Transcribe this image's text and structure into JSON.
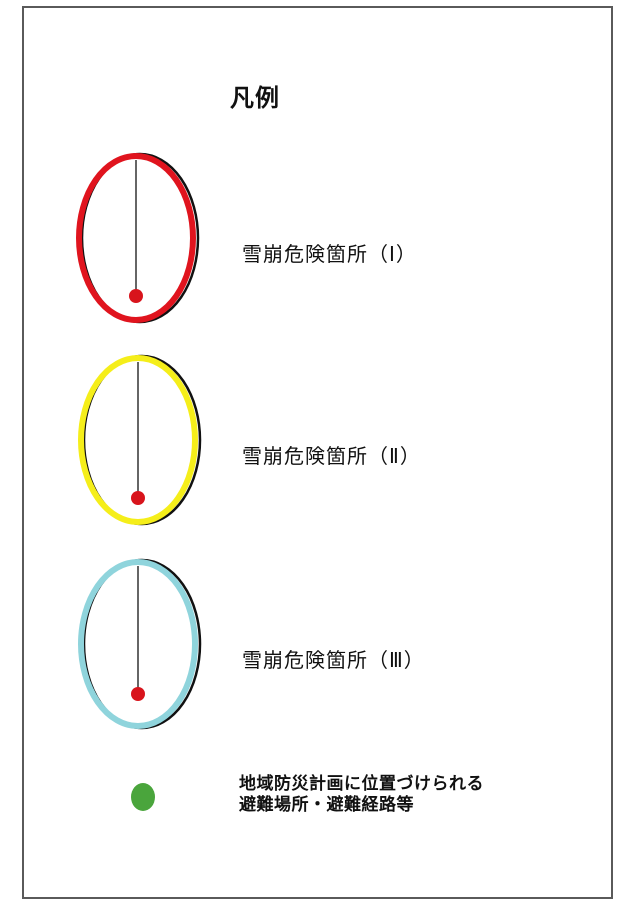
{
  "legend": {
    "title": "凡例",
    "items": [
      {
        "label": "雪崩危険箇所（Ⅰ）",
        "ring_color": "#e0141e",
        "pin_color": "#d8141c"
      },
      {
        "label": "雪崩危険箇所（Ⅱ）",
        "ring_color": "#f5ee1a",
        "pin_color": "#d8141c"
      },
      {
        "label": "雪崩危険箇所（Ⅲ）",
        "ring_color": "#8fd4dc",
        "pin_color": "#d8141c"
      }
    ],
    "evacuation": {
      "line1": "地域防災計画に位置づけられる",
      "line2": "避難場所・避難経路等",
      "dot_color": "#4aa53c"
    }
  }
}
